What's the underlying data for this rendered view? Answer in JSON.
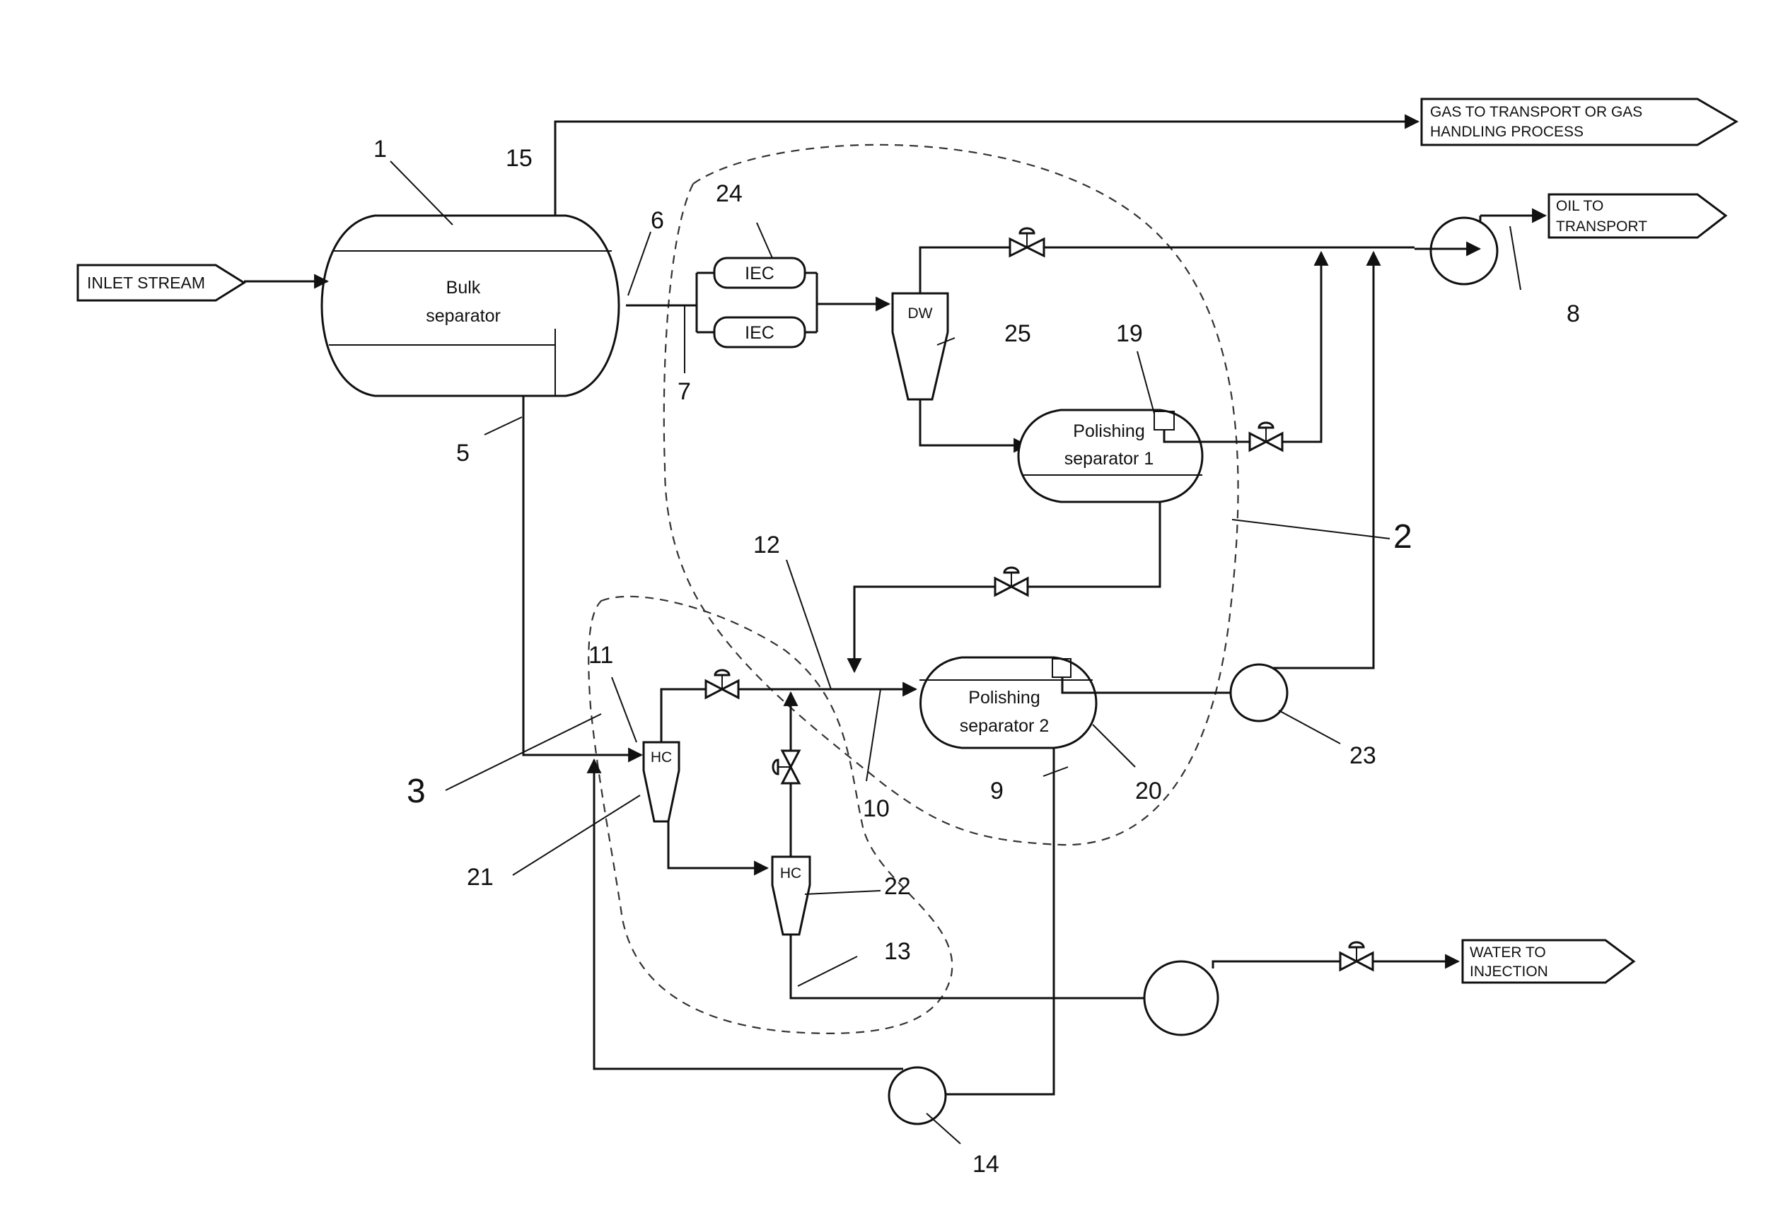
{
  "streams": {
    "inlet": "INLET STREAM",
    "gas_out_line1": "GAS TO TRANSPORT OR GAS",
    "gas_out_line2": "HANDLING PROCESS",
    "oil_out_line1": "OIL TO",
    "oil_out_line2": "TRANSPORT",
    "water_out_line1": "WATER TO",
    "water_out_line2": "INJECTION"
  },
  "equipment": {
    "bulk_separator_line1": "Bulk",
    "bulk_separator_line2": "separator",
    "iec_top": "IEC",
    "iec_bottom": "IEC",
    "dewaterer": "DW",
    "polishing1_line1": "Polishing",
    "polishing1_line2": "separator 1",
    "polishing2_line1": "Polishing",
    "polishing2_line2": "separator 2",
    "hydrocyclone1": "HC",
    "hydrocyclone2": "HC"
  },
  "reference_numbers": {
    "n1": "1",
    "n2": "2",
    "n3": "3",
    "n5": "5",
    "n6": "6",
    "n7": "7",
    "n8": "8",
    "n9": "9",
    "n10": "10",
    "n11": "11",
    "n12": "12",
    "n13": "13",
    "n14": "14",
    "n15": "15",
    "n19": "19",
    "n20": "20",
    "n21": "21",
    "n22": "22",
    "n23": "23",
    "n24": "24",
    "n25": "25"
  }
}
